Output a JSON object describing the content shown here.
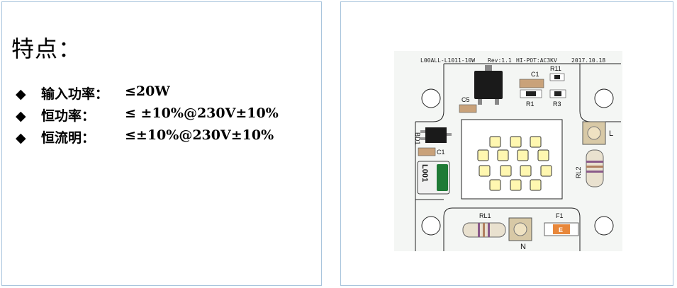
{
  "left": {
    "title": "特点：",
    "features": [
      {
        "bullet": "◆",
        "name": "输入功率：",
        "value": "≤20W"
      },
      {
        "bullet": "◆",
        "name": "恒功率：",
        "value": "≤ ±10%@230V±10%"
      },
      {
        "bullet": "◆",
        "name": "恒流明：",
        "value": "≤±10%@230V±10%"
      }
    ]
  },
  "pcb": {
    "header_model": "L00ALL-L1011-10W",
    "header_rev": "Rev:1.1",
    "header_hipot": "HI-POT:AC3KV",
    "header_date": "2017.10.18",
    "labels": {
      "c1_top": "C1",
      "r11": "R11",
      "r1": "R1",
      "r3": "R3",
      "c5": "C5",
      "bd1": "BD1",
      "c1_left": "C1",
      "l001": "L001",
      "l_conn": "L",
      "rl2": "RL2",
      "rl1": "RL1",
      "f1": "F1",
      "fuse_mark": "E",
      "n_conn": "N"
    }
  }
}
